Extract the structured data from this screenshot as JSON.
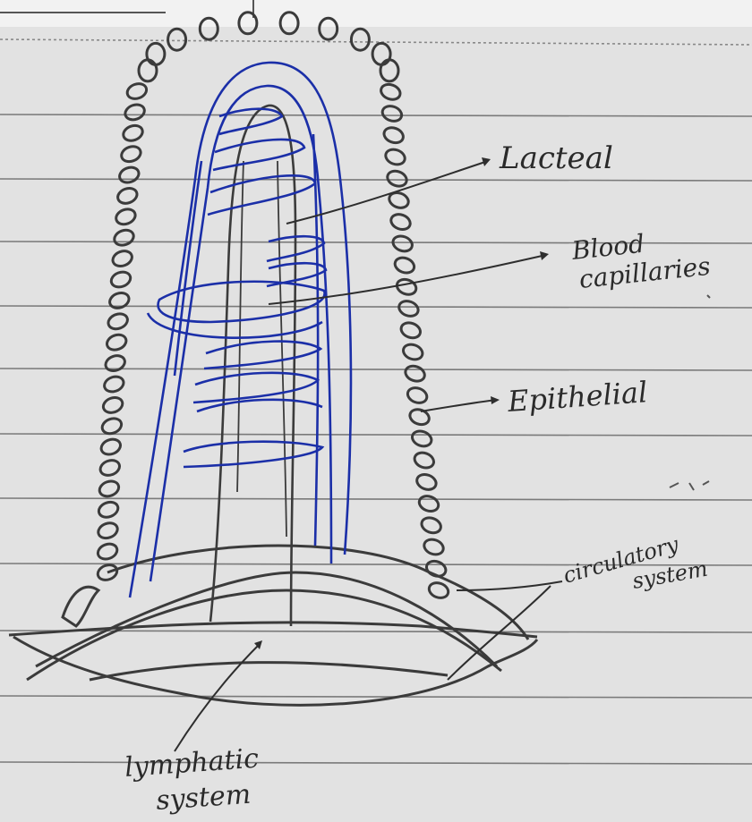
{
  "labels": {
    "lacteal": "Lacteal",
    "blood_capillaries_line1": "Blood",
    "blood_capillaries_line2": "capillaries",
    "epithelial": "Epithelial",
    "circulatory_line1": "circulatory",
    "circulatory_line2": "system",
    "lymphatic_line1": "lymphatic",
    "lymphatic_line2": "system"
  },
  "colors": {
    "paper": "#e0e0e0",
    "ruled_line": "#7a7a7a",
    "pencil": "#3b3b3b",
    "ink_blue": "#1b2fa8"
  }
}
